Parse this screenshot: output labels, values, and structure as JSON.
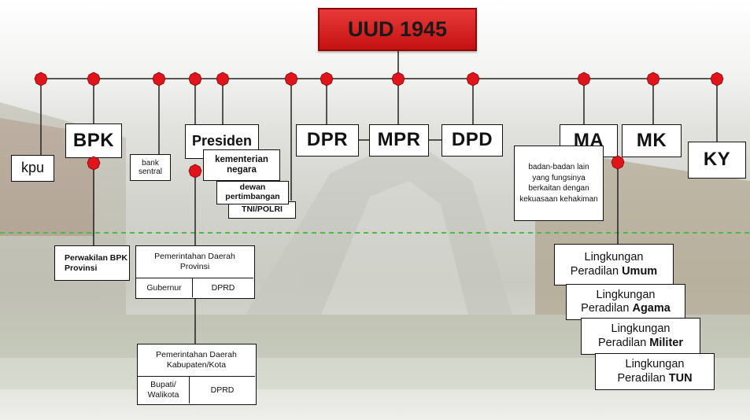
{
  "root": "UUD 1945",
  "boxes": {
    "kpu": "kpu",
    "bpk": "BPK",
    "bank_sentral": "bank sentral",
    "presiden": "Presiden",
    "kementerian_negara": "kementerian negara",
    "dewan_pertimbangan": "dewan pertimbangan",
    "tni_polri": "TNI/POLRI",
    "dpr": "DPR",
    "mpr": "MPR",
    "dpd": "DPD",
    "ma": "MA",
    "mk": "MK",
    "ky": "KY",
    "badan_lain": "badan-badan lain yang fungsinya berkaitan dengan kekuasaan kehakiman",
    "perwakilan_bpk": "Perwakilan BPK Provinsi"
  },
  "pemda_provinsi": {
    "title": "Pemerintahan Daerah Provinsi",
    "left": "Gubernur",
    "right": "DPRD"
  },
  "pemda_kabkota": {
    "title": "Pemerintahan Daerah Kabupaten/Kota",
    "left": "Bupati/ Walikota",
    "right": "DPRD"
  },
  "peradilan": [
    {
      "line1": "Lingkungan",
      "prefix": "Peradilan ",
      "bold": "Umum"
    },
    {
      "line1": "Lingkungan",
      "prefix": "Peradilan ",
      "bold": "Agama"
    },
    {
      "line1": "Lingkungan",
      "prefix": "Peradilan ",
      "bold": "Militer"
    },
    {
      "line1": "Lingkungan",
      "prefix": "Peradilan ",
      "bold": "TUN"
    }
  ],
  "colors": {
    "title_red": "#d41a1a",
    "node_red": "#e0151b",
    "dashed_line": "#4fb848"
  }
}
